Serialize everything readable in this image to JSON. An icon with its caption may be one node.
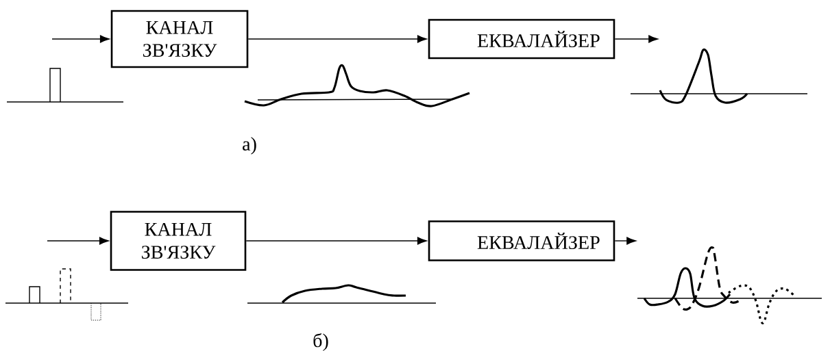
{
  "diagram": {
    "nodes": [
      {
        "text": [
          "КАНАЛ ЗВ'ЯЗКУ"
        ]
      },
      {
        "text": [
          "ЕКВАЛАЙЗЕР"
        ]
      },
      {
        "text": [
          "КАНАЛ ЗВ'ЯЗКУ"
        ]
      },
      {
        "text": [
          "ЕКВАЛАЙЗЕР"
        ]
      }
    ],
    "edges": [
      {
        "from": null,
        "to": 0,
        "arrow": "to"
      },
      {
        "from": 0,
        "to": 1,
        "arrow": "to"
      },
      {
        "from": 1,
        "to": null,
        "arrow": "to"
      },
      {
        "from": null,
        "to": 2,
        "arrow": "to"
      },
      {
        "from": 2,
        "to": 3,
        "arrow": "to"
      },
      {
        "from": 3,
        "to": null,
        "arrow": "to"
      }
    ],
    "labels": [
      "а)",
      "б)"
    ]
  }
}
